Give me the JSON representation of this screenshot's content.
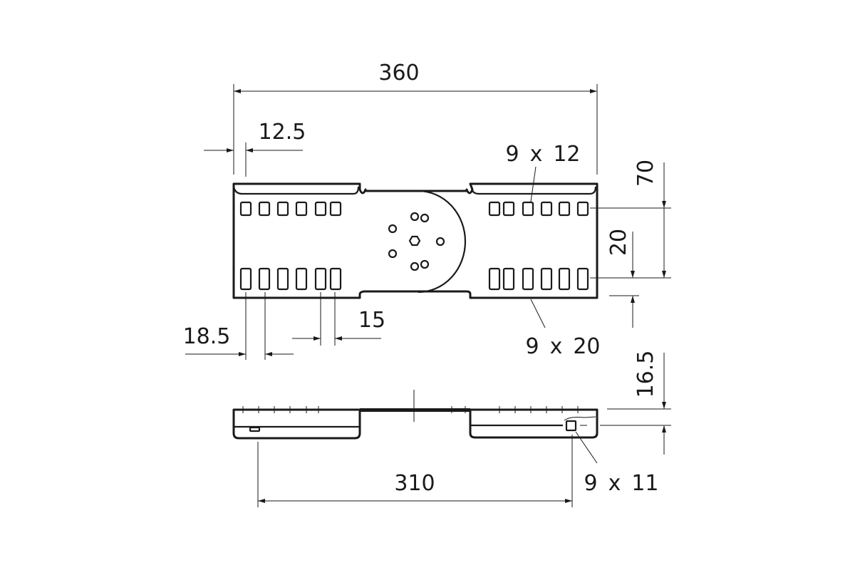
{
  "drawing": {
    "title": "Cable tray connector - technical dimension drawing",
    "dimensions": {
      "overall_length": "360",
      "edge_offset": "12.5",
      "top_slots": "9 x 12",
      "height_70": "70",
      "height_20": "20",
      "bottom_slots": "9 x 20",
      "slot_pitch_18_5": "18.5",
      "slot_spacing_15": "15",
      "side_height": "16.5",
      "hole_distance": "310",
      "side_slots": "9 x 11"
    },
    "line_color": "#1a1a1a",
    "background": "#ffffff"
  }
}
